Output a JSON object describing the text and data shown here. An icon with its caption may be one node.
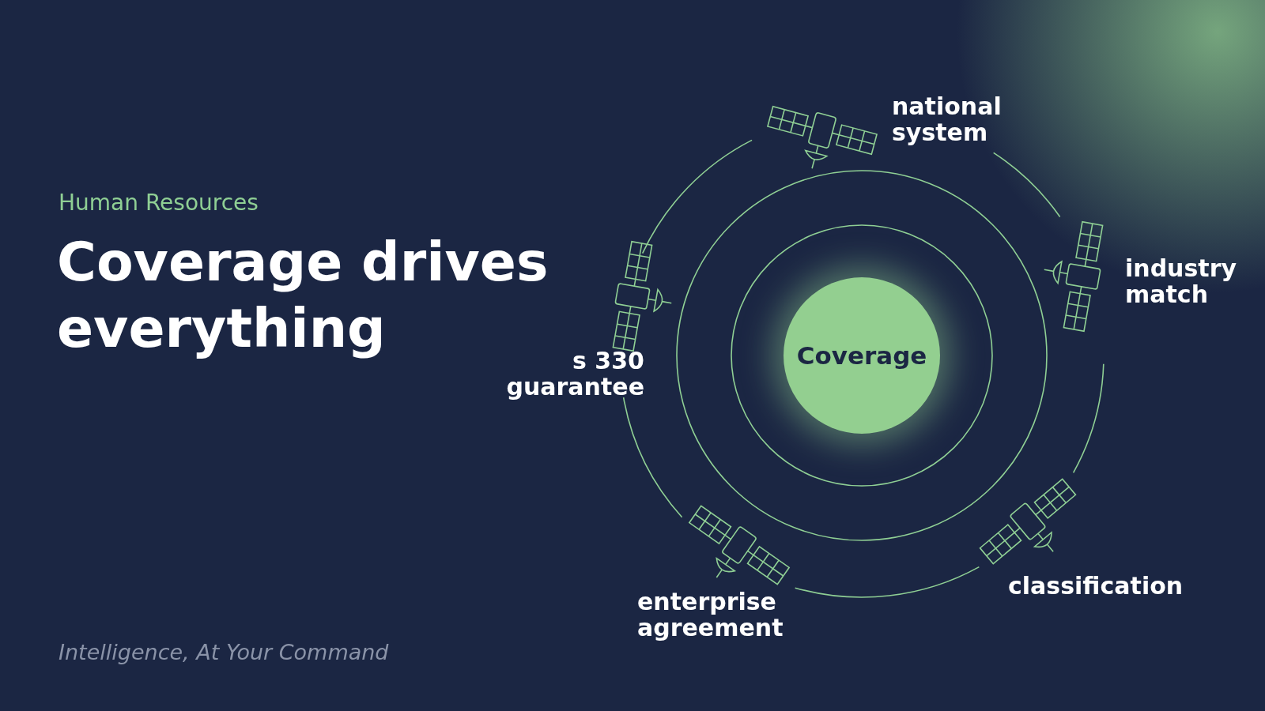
{
  "diagram": {
    "title": "Coverage drives everything",
    "nodes": [
      {
        "text": [
          "Coverage"
        ]
      }
    ],
    "labels": [
      "Human Resources",
      "national system",
      "industry match",
      "s 330 guarantee",
      "enterprise agreement",
      "classification",
      "Intelligence, At Your Command"
    ]
  }
}
